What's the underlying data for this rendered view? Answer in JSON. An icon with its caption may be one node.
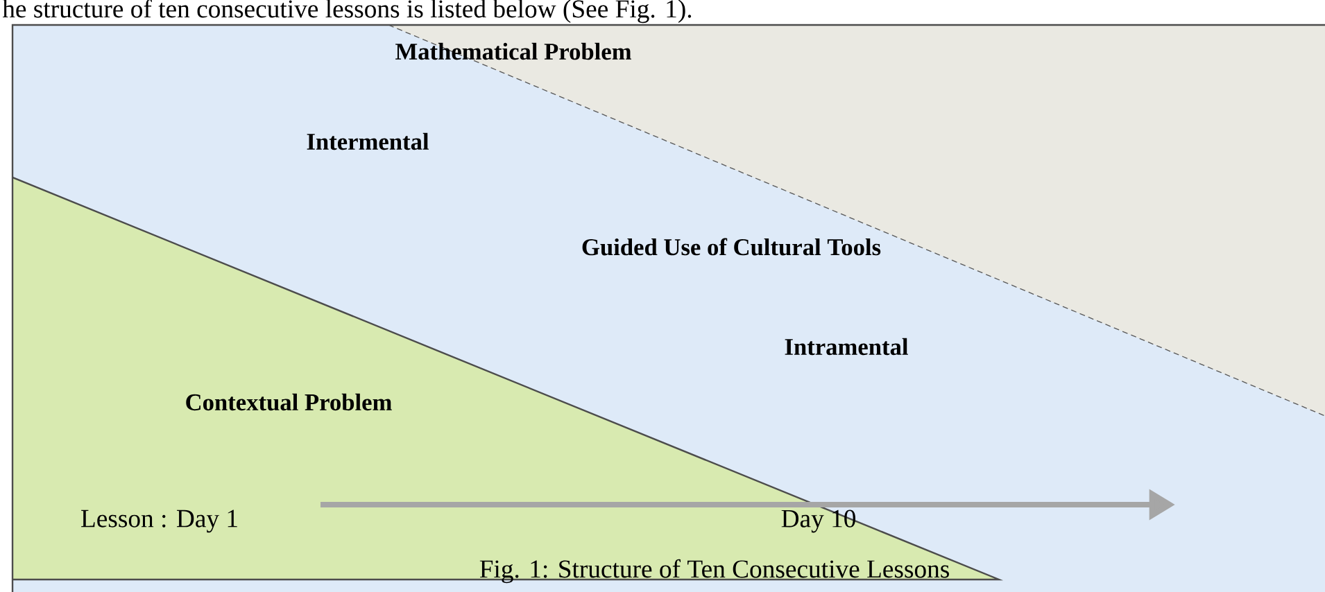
{
  "diagram": {
    "caption": "Fig. 1:  Structure of Ten Consecutive Lessons",
    "nodes": [
      {
        "text": [
          "Guided Use of Cultural Tools"
        ]
      },
      {
        "text": [
          "Mathematical Problem"
        ],
        "in": 0
      },
      {
        "text": [
          "Contextual Problem"
        ],
        "in": 0
      }
    ],
    "labels": [
      "he structure of ten consecutive lessons is listed below (See Fig. 1).",
      "Intermental",
      "Intramental",
      "Lesson : Day 1",
      "Day 10"
    ]
  }
}
